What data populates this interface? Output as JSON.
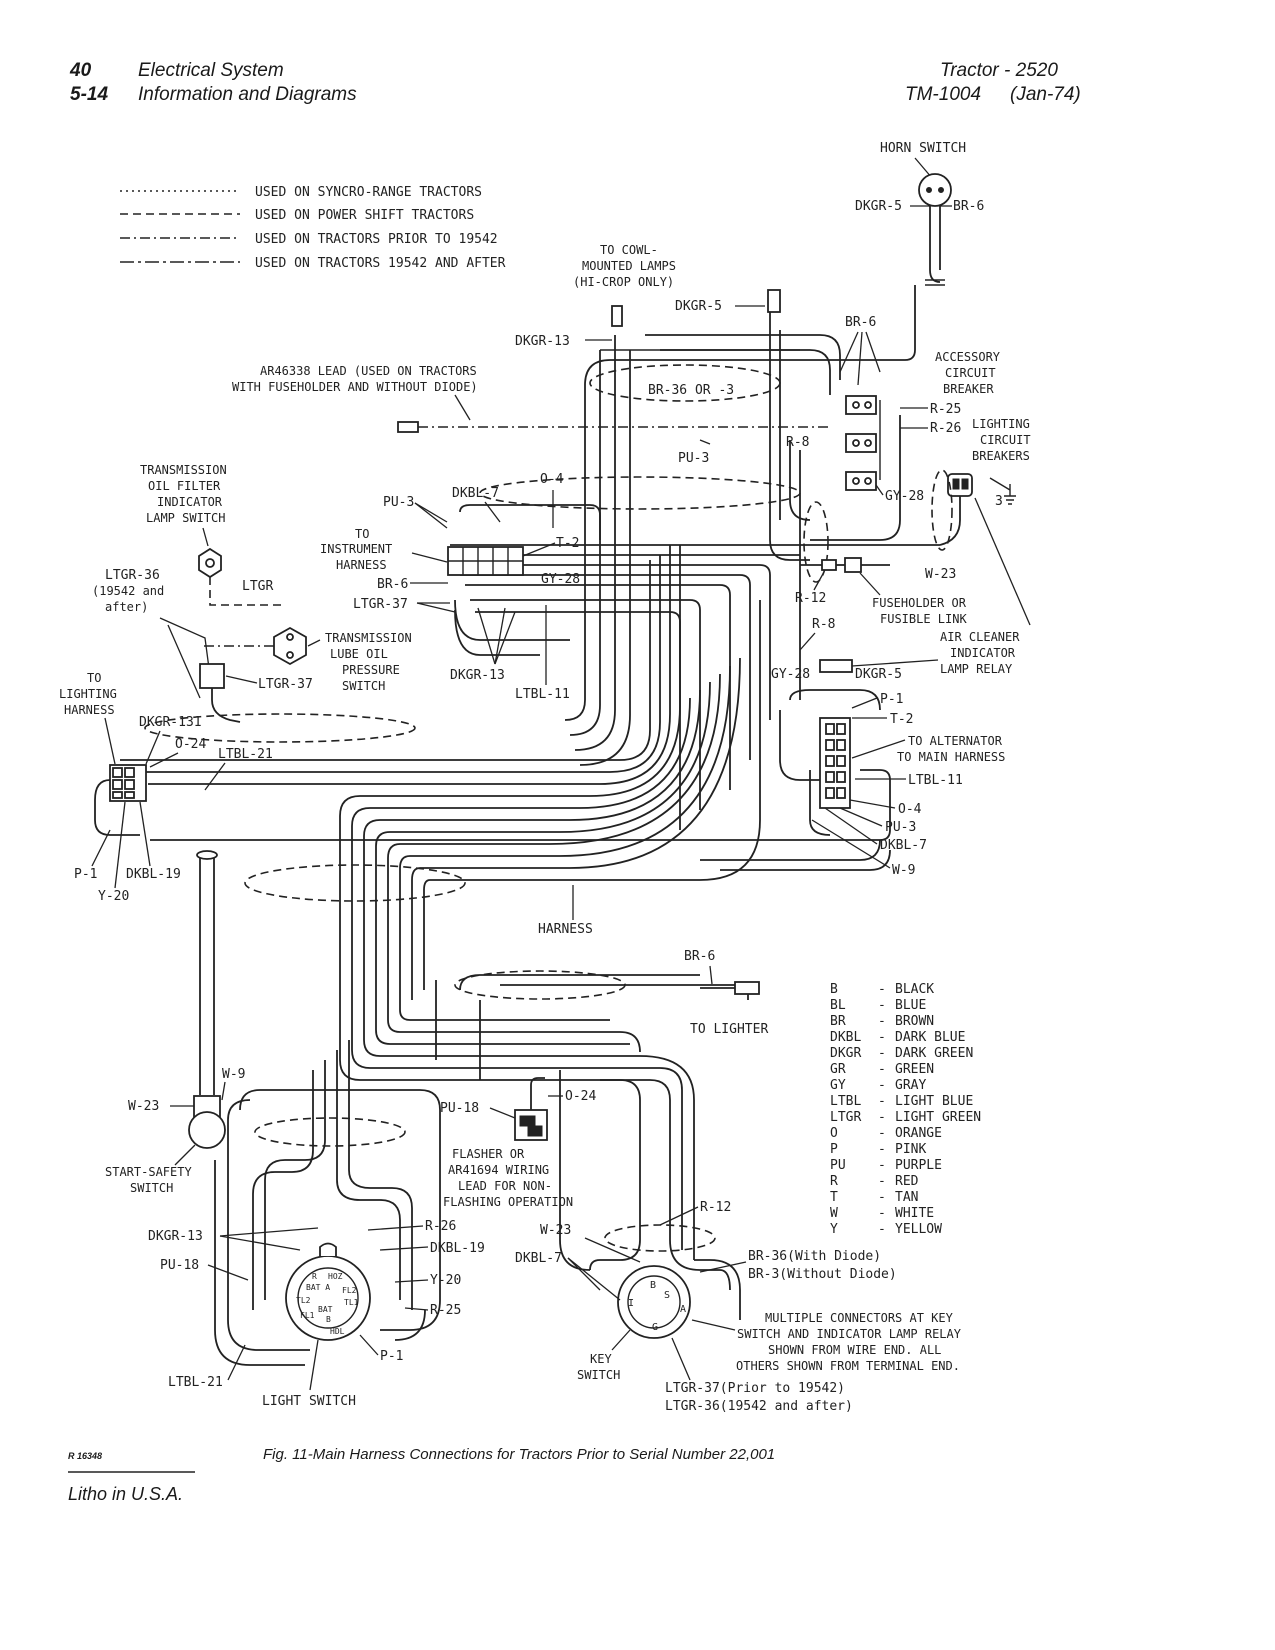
{
  "header": {
    "page_number": "40",
    "section_code": "5-14",
    "section_title": "Electrical System",
    "subtitle": "Information and Diagrams",
    "product": "Tractor - 2520",
    "manual": "TM-1004",
    "date": "(Jan-74)"
  },
  "legend_lines": [
    "USED ON SYNCRO-RANGE TRACTORS",
    "USED ON POWER SHIFT TRACTORS",
    "USED ON TRACTORS PRIOR TO 19542",
    "USED ON TRACTORS 19542 AND AFTER"
  ],
  "components": {
    "horn_switch": "HORN SWITCH",
    "cowl_lamps": [
      "TO COWL-",
      "MOUNTED LAMPS",
      "(HI-CROP ONLY)"
    ],
    "ar_lead": [
      "AR46338 LEAD (USED ON TRACTORS",
      "WITH FUSEHOLDER AND WITHOUT DIODE)"
    ],
    "accessory_breaker": [
      "ACCESSORY",
      "CIRCUIT",
      "BREAKER"
    ],
    "lighting_breakers": [
      "LIGHTING",
      "CIRCUIT",
      "BREAKERS"
    ],
    "trans_filter": [
      "TRANSMISSION",
      "OIL FILTER",
      "INDICATOR",
      "LAMP SWITCH"
    ],
    "to_instrument": [
      "TO",
      "INSTRUMENT",
      "HARNESS"
    ],
    "trans_lube": [
      "TRANSMISSION",
      "LUBE OIL",
      "PRESSURE",
      "SWITCH"
    ],
    "to_lighting": [
      "TO",
      "LIGHTING",
      "HARNESS"
    ],
    "fuseholder": [
      "FUSEHOLDER OR",
      "FUSIBLE LINK"
    ],
    "air_cleaner": [
      "AIR CLEANER",
      "INDICATOR",
      "LAMP RELAY"
    ],
    "alternator": [
      "TO ALTERNATOR",
      "TO MAIN HARNESS"
    ],
    "harness": "HARNESS",
    "to_lighter": "TO LIGHTER",
    "start_safety": [
      "START-SAFETY",
      "SWITCH"
    ],
    "flasher": [
      "FLASHER OR",
      "AR41694 WIRING",
      "LEAD FOR NON-",
      "FLASHING OPERATION"
    ],
    "light_switch": "LIGHT SWITCH",
    "key_switch": [
      "KEY",
      "SWITCH"
    ],
    "multiple_note": [
      "MULTIPLE CONNECTORS AT KEY",
      "SWITCH AND INDICATOR LAMP RELAY",
      "SHOWN FROM WIRE END. ALL",
      "OTHERS SHOWN FROM TERMINAL END."
    ],
    "br36_with": "BR-36(With Diode)",
    "br3_without": "BR-3(Without Diode)",
    "ltgr37_prior": "LTGR-37(Prior to 19542)",
    "ltgr36_after": "LTGR-36(19542 and after)",
    "ltgr36_note": [
      "LTGR-36",
      "(19542 and",
      "after)"
    ],
    "br36_or_3": "BR-36 OR -3"
  },
  "wire_labels": {
    "dkgr5": "DKGR-5",
    "br6": "BR-6",
    "dkgr13": "DKGR-13",
    "r25": "R-25",
    "r26": "R-26",
    "r8": "R-8",
    "gy28": "GY-28",
    "dkbl7": "DKBL-7",
    "o4": "O-4",
    "pu3": "PU-3",
    "t2": "T-2",
    "ltgr": "LTGR",
    "ltgr37": "LTGR-37",
    "r12": "R-12",
    "w23": "W-23",
    "ltbl11": "LTBL-11",
    "p1": "P-1",
    "dkgr131": "DKGR-131",
    "o24": "O-24",
    "ltbl21": "LTBL-21",
    "dkbl19": "DKBL-19",
    "y20": "Y-20",
    "w9": "W-9",
    "pu18": "PU-18",
    "num3": "3"
  },
  "color_codes": [
    {
      "code": "B",
      "name": "BLACK"
    },
    {
      "code": "BL",
      "name": "BLUE"
    },
    {
      "code": "BR",
      "name": "BROWN"
    },
    {
      "code": "DKBL",
      "name": "DARK BLUE"
    },
    {
      "code": "DKGR",
      "name": "DARK GREEN"
    },
    {
      "code": "GR",
      "name": "GREEN"
    },
    {
      "code": "GY",
      "name": "GRAY"
    },
    {
      "code": "LTBL",
      "name": "LIGHT BLUE"
    },
    {
      "code": "LTGR",
      "name": "LIGHT GREEN"
    },
    {
      "code": "O",
      "name": "ORANGE"
    },
    {
      "code": "P",
      "name": "PINK"
    },
    {
      "code": "PU",
      "name": "PURPLE"
    },
    {
      "code": "R",
      "name": "RED"
    },
    {
      "code": "T",
      "name": "TAN"
    },
    {
      "code": "W",
      "name": "WHITE"
    },
    {
      "code": "Y",
      "name": "YELLOW"
    }
  ],
  "light_switch_terminals": [
    "R",
    "HOZ",
    "BAT A",
    "FL2",
    "TL2",
    "TL1",
    "FL1",
    "BAT",
    "B",
    "HDL"
  ],
  "key_switch_terminals": [
    "B",
    "S",
    "I",
    "A",
    "G"
  ],
  "footer": {
    "figure_code": "R 16348",
    "caption": "Fig. 11-Main Harness Connections for Tractors Prior to Serial Number 22,001",
    "litho": "Litho in U.S.A."
  },
  "colors": {
    "ink": "#222222",
    "paper": "#ffffff"
  }
}
